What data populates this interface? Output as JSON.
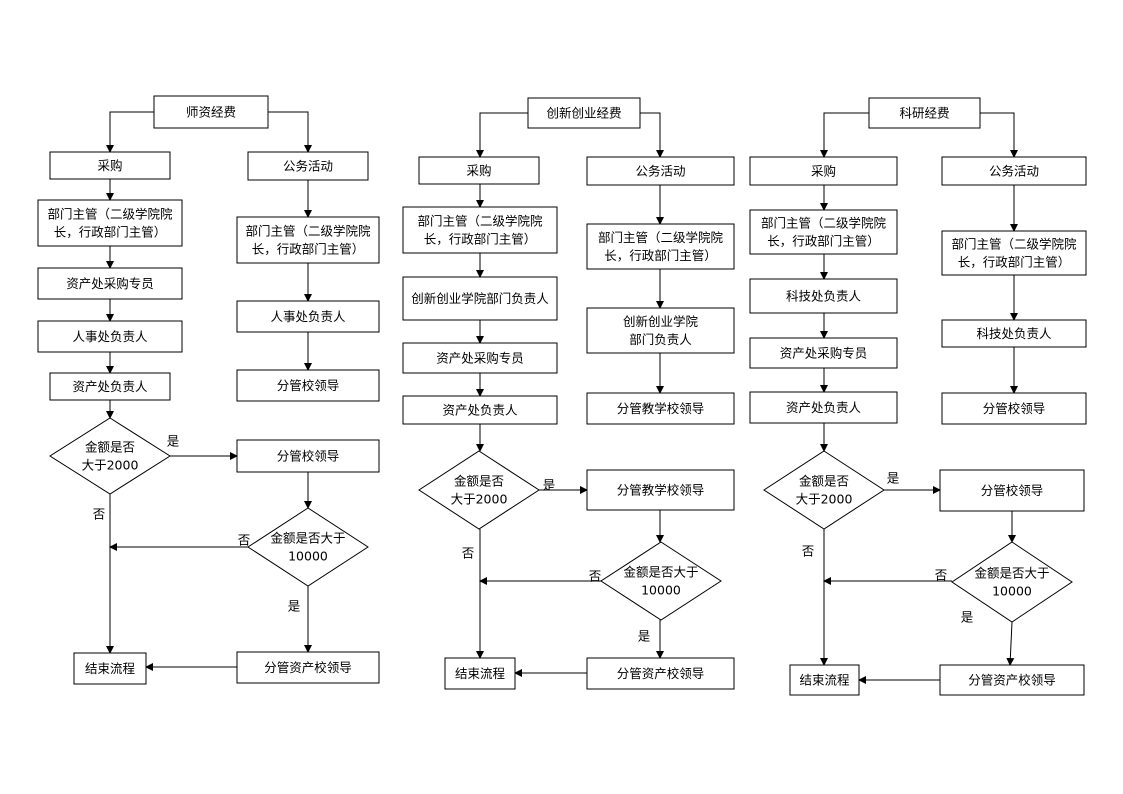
{
  "diagram": {
    "columns": [
      {
        "id": "a",
        "nodes": {
          "title": [
            "师资经费"
          ],
          "p1": [
            "采购"
          ],
          "p2": [
            "部门主管（二级学院院",
            "长，行政部门主管）"
          ],
          "p3": [
            "资产处采购专员"
          ],
          "p4": [
            "人事处负责人"
          ],
          "p5": [
            "资产处负责人"
          ],
          "d1": [
            "金额是否",
            "大于2000"
          ],
          "r1": [
            "分管校领导"
          ],
          "d2": [
            "金额是否大于",
            "10000"
          ],
          "fin": [
            "分管资产校领导"
          ],
          "end": [
            "结束流程"
          ],
          "g1": [
            "公务活动"
          ],
          "g2": [
            "部门主管（二级学院院",
            "长，行政部门主管）"
          ],
          "g3": [
            "人事处负责人"
          ],
          "g4": [
            "分管校领导"
          ]
        },
        "labels": {
          "yes1": "是",
          "no1": "否",
          "no2": "否",
          "yes2": "是"
        }
      },
      {
        "id": "b",
        "nodes": {
          "title": [
            "创新创业经费"
          ],
          "p1": [
            "采购"
          ],
          "p2": [
            "部门主管（二级学院院",
            "长，行政部门主管）"
          ],
          "p3": [
            "创新创业学院部门负责人"
          ],
          "p4": [
            "资产处采购专员"
          ],
          "p5": [
            "资产处负责人"
          ],
          "d1": [
            "金额是否",
            "大于2000"
          ],
          "r1": [
            "分管教学校领导"
          ],
          "d2": [
            "金额是否大于",
            "10000"
          ],
          "fin": [
            "分管资产校领导"
          ],
          "end": [
            "结束流程"
          ],
          "g1": [
            "公务活动"
          ],
          "g2": [
            "部门主管（二级学院院",
            "长，行政部门主管）"
          ],
          "g3": [
            "创新创业学院",
            "部门负责人"
          ],
          "g4": [
            "分管教学校领导"
          ]
        },
        "labels": {
          "yes1": "是",
          "no1": "否",
          "no2": "否",
          "yes2": "是"
        }
      },
      {
        "id": "c",
        "nodes": {
          "title": [
            "科研经费"
          ],
          "p1": [
            "采购"
          ],
          "p2": [
            "部门主管（二级学院院",
            "长，行政部门主管）"
          ],
          "p3": [
            "科技处负责人"
          ],
          "p4": [
            "资产处采购专员"
          ],
          "p5": [
            "资产处负责人"
          ],
          "d1": [
            "金额是否",
            "大于2000"
          ],
          "r1": [
            "分管校领导"
          ],
          "d2": [
            "金额是否大于",
            "10000"
          ],
          "fin": [
            "分管资产校领导"
          ],
          "end": [
            "结束流程"
          ],
          "g1": [
            "公务活动"
          ],
          "g2": [
            "部门主管（二级学院院",
            "长，行政部门主管）"
          ],
          "g3": [
            "科技处负责人"
          ],
          "g4": [
            "分管校领导"
          ]
        },
        "labels": {
          "yes1": "是",
          "no1": "否",
          "no2": "否",
          "yes2": "是"
        }
      }
    ]
  }
}
